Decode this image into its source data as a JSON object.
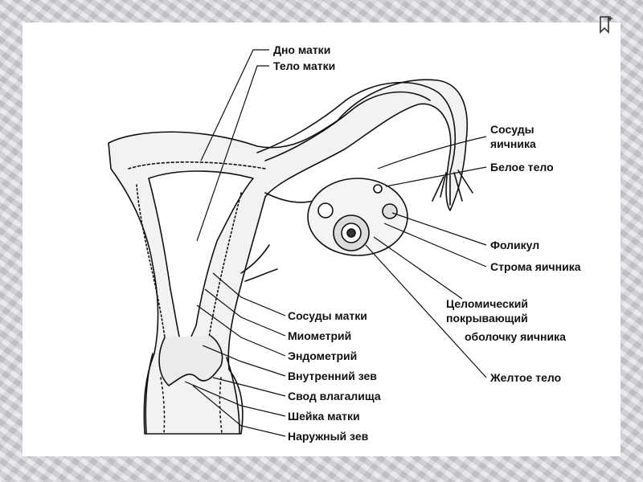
{
  "labels": {
    "fundus": "Дно матки",
    "body": "Тело матки",
    "ovary_vessels_1": "Сосуды",
    "ovary_vessels_2": "яичника",
    "corpus_albicans": "Белое тело",
    "follicle": "Фоликул",
    "ovary_stroma": "Строма яичника",
    "coelomic_1": "Целомический",
    "coelomic_2": "покрывающий",
    "coelomic_3": "оболочку яичника",
    "corpus_luteum": "Желтое тело",
    "uterine_vessels": "Сосуды матки",
    "myometrium": "Миометрий",
    "endometrium": "Эндометрий",
    "internal_os": "Внутренний зев",
    "vaginal_fornix": "Свод влагалища",
    "cervix": "Шейка матки",
    "external_os": "Наружный зев"
  },
  "icons": {
    "bookmark": "bookmark-plus-icon"
  },
  "colors": {
    "line": "#111111",
    "fill": "#ebebeb",
    "slide": "#ffffff"
  }
}
